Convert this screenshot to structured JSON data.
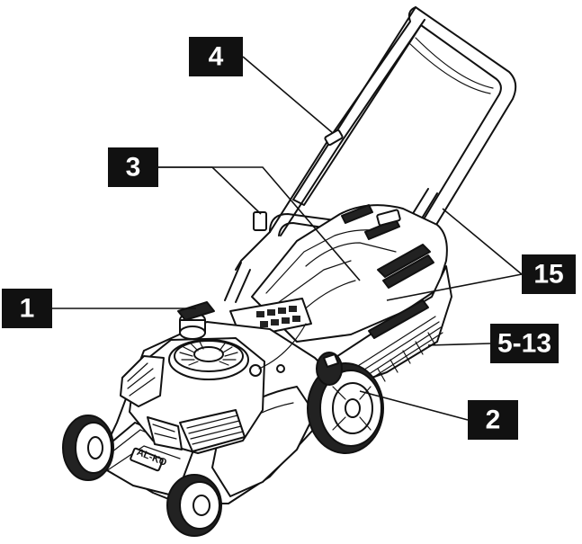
{
  "callouts": [
    {
      "id": "c1",
      "label": "1"
    },
    {
      "id": "c2",
      "label": "2"
    },
    {
      "id": "c3",
      "label": "3"
    },
    {
      "id": "c4",
      "label": "4"
    },
    {
      "id": "c5",
      "label": "5-13"
    },
    {
      "id": "c15",
      "label": "15"
    }
  ],
  "brand_label": "AL-KO",
  "colors": {
    "ink": "#111111",
    "label_text": "#ffffff",
    "background": "#ffffff"
  }
}
